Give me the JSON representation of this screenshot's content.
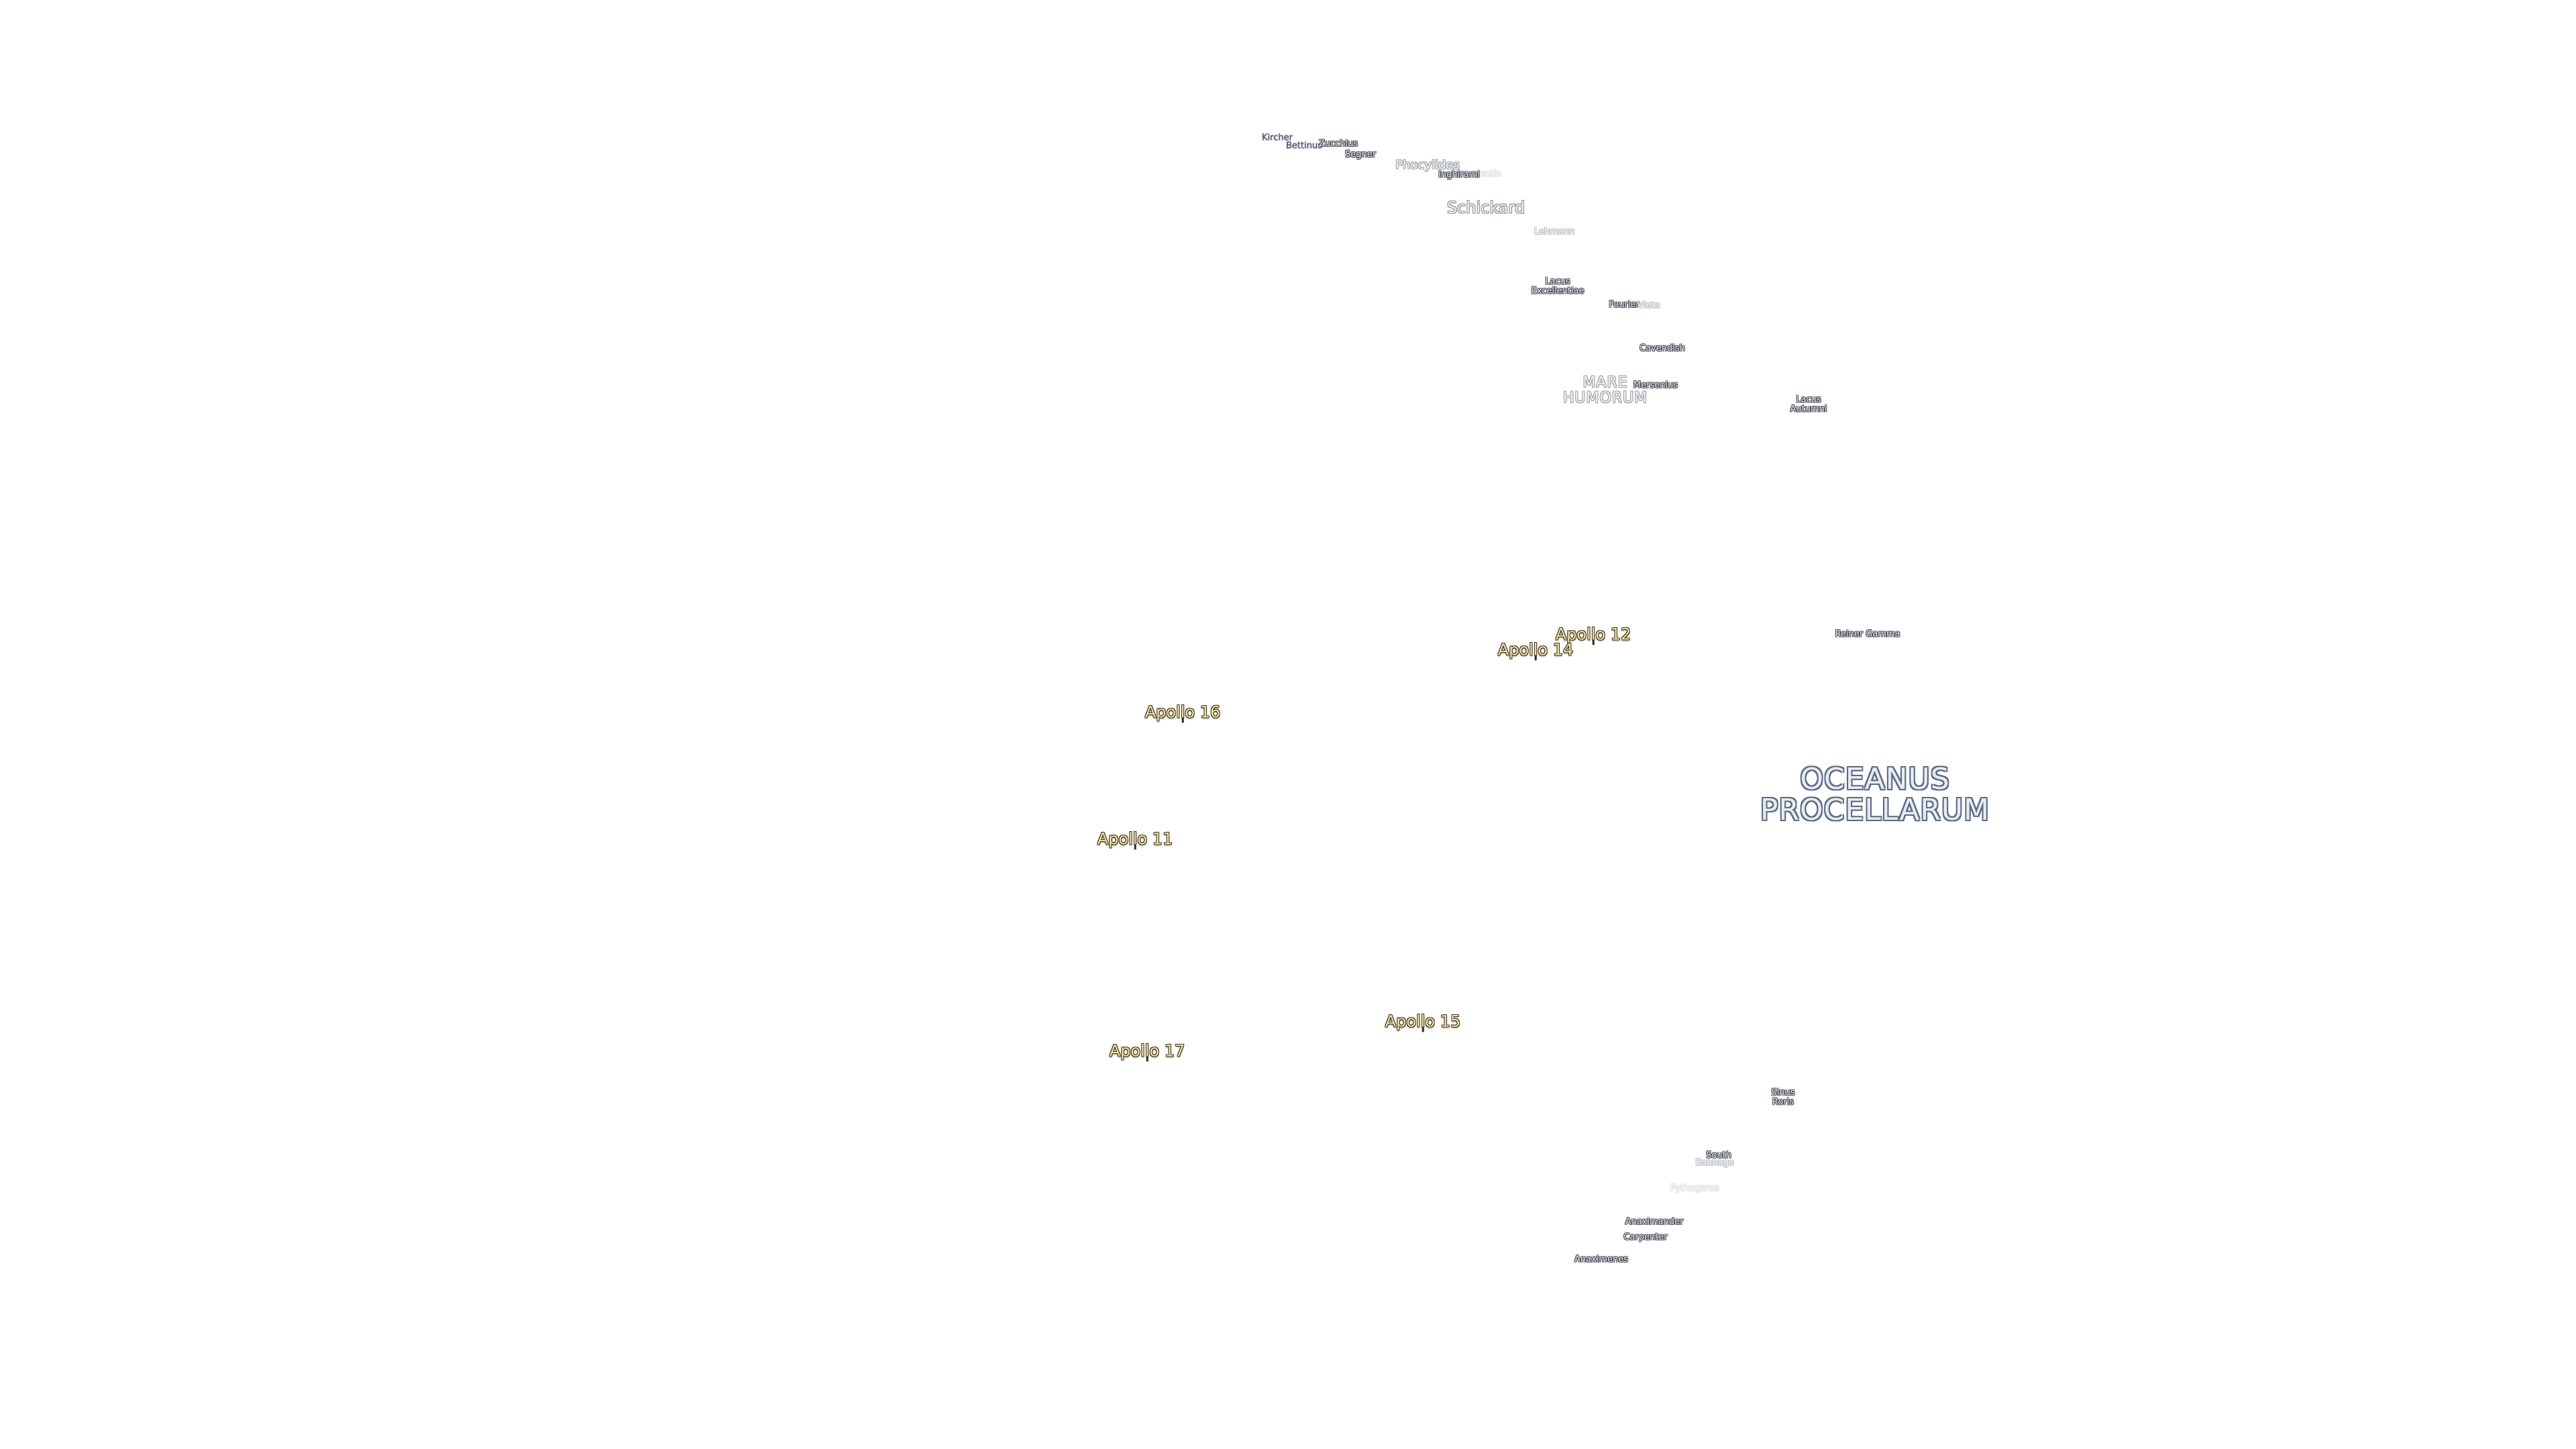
{
  "map": {
    "apollo_sites": [
      {
        "label": "Apollo 12"
      },
      {
        "label": "Apollo 14"
      },
      {
        "label": "Apollo 16"
      },
      {
        "label": "Apollo 11"
      },
      {
        "label": "Apollo 15"
      },
      {
        "label": "Apollo 17"
      }
    ],
    "oceanus": {
      "line1": "OCEANUS",
      "line2": "PROCELLARUM"
    },
    "mare_humorum": {
      "line1": "MARE",
      "line2": "HUMORUM"
    },
    "craters": {
      "kircher": "Kircher",
      "bettinus": "Bettinus",
      "zucchius": "Zucchius",
      "segner": "Segner",
      "phocylides": "Phocylides",
      "inghirami": "Inghirami",
      "wargentin": "Wargentin",
      "schickard": "Schickard",
      "lehmann": "Lehmann",
      "lacus_excellentiae_1": "Lacus",
      "lacus_excellentiae_2": "Excellentiae",
      "fourier": "Fourier",
      "vieta": "Vieta",
      "cavendish": "Cavendish",
      "mersenius": "Mersenius",
      "lacus_autumni_1": "Lacus",
      "lacus_autumni_2": "Autumni",
      "reiner_gamma": "Reiner Gamma",
      "sinus_roris_1": "Sinus",
      "sinus_roris_2": "Roris",
      "south": "South",
      "babbage": "Babbage",
      "pythagoras": "Pythagoras",
      "anaximander": "Anaximander",
      "carpenter": "Carpenter",
      "anaximenes": "Anaximenes"
    }
  }
}
